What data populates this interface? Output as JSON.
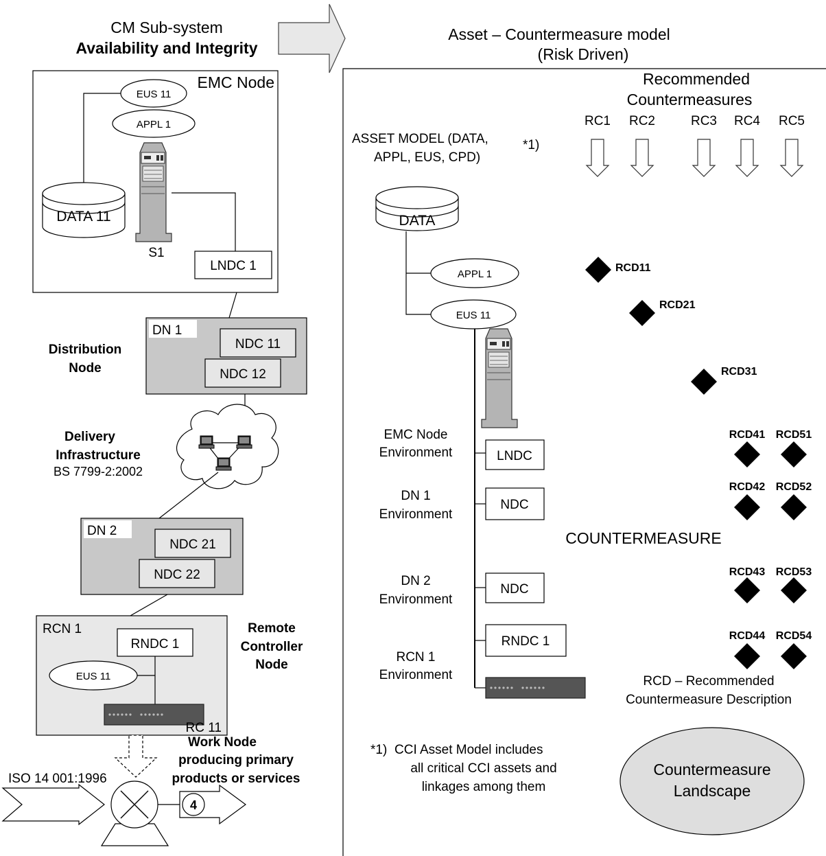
{
  "left": {
    "title_line1": "CM Sub-system",
    "title_line2": "Availability and Integrity",
    "emc": {
      "title": "EMC Node",
      "eus": "EUS 11",
      "appl": "APPL 1",
      "data": "DATA 11",
      "server": "S1",
      "lndc": "LNDC 1"
    },
    "dn1": {
      "title": "DN 1",
      "ndc_a": "NDC 11",
      "ndc_b": "NDC 12",
      "label_line1": "Distribution",
      "label_line2": "Node"
    },
    "delivery": {
      "line1": "Delivery",
      "line2": "Infrastructure",
      "standard": "BS 7799-2:2002"
    },
    "dn2": {
      "title": "DN 2",
      "ndc_a": "NDC 21",
      "ndc_b": "NDC 22"
    },
    "rcn": {
      "title": "RCN 1",
      "rndc": "RNDC 1",
      "eus": "EUS 11",
      "rc": "RC 11",
      "label_line1": "Remote",
      "label_line2": "Controller",
      "label_line3": "Node"
    },
    "work": {
      "line1": "Work Node",
      "line2": "producing primary",
      "line3": "products or services",
      "iso": "ISO 14 001:1996",
      "number": "4"
    }
  },
  "right": {
    "title_line1": "Asset – Countermeasure model",
    "title_line2": "(Risk Driven)",
    "recommended_line1": "Recommended",
    "recommended_line2": "Countermeasures",
    "rc_labels": [
      "RC1",
      "RC2",
      "RC3",
      "RC4",
      "RC5"
    ],
    "asset_model_line1": "ASSET MODEL (DATA,",
    "asset_model_note": "*1)",
    "asset_model_line2": "APPL, EUS, CPD)",
    "data": "DATA",
    "appl": "APPL 1",
    "eus": "EUS 11",
    "env_emc_1": "EMC Node",
    "env_emc_2": "Environment",
    "env_dn1_1": "DN 1",
    "env_dn1_2": "Environment",
    "env_dn2_1": "DN 2",
    "env_dn2_2": "Environment",
    "env_rcn_1": "RCN 1",
    "env_rcn_2": "Environment",
    "lndc": "LNDC",
    "ndc_1": "NDC",
    "ndc_2": "NDC",
    "rndc": "RNDC 1",
    "countermeasure": "COUNTERMEASURE",
    "rcd": {
      "rcd11": "RCD11",
      "rcd21": "RCD21",
      "rcd31": "RCD31",
      "rcd41": "RCD41",
      "rcd51": "RCD51",
      "rcd42": "RCD42",
      "rcd52": "RCD52",
      "rcd43": "RCD43",
      "rcd53": "RCD53",
      "rcd44": "RCD44",
      "rcd54": "RCD54"
    },
    "rcd_desc_line1": "RCD – Recommended",
    "rcd_desc_line2": "Countermeasure Description",
    "footnote_mark": "*1)",
    "footnote_line1": "CCI Asset Model includes",
    "footnote_line2": "all critical CCI assets and",
    "footnote_line3": "linkages among them",
    "landscape_line1": "Countermeasure",
    "landscape_line2": "Landscape"
  },
  "colors": {
    "dn_fill": "#c8c8c8",
    "ndc_fill": "#e6e6e6",
    "rcn_fill": "#e8e8e8",
    "landscape_fill": "#dedede",
    "device_fill": "#555555",
    "arrow_fill": "#e8e8e8"
  }
}
